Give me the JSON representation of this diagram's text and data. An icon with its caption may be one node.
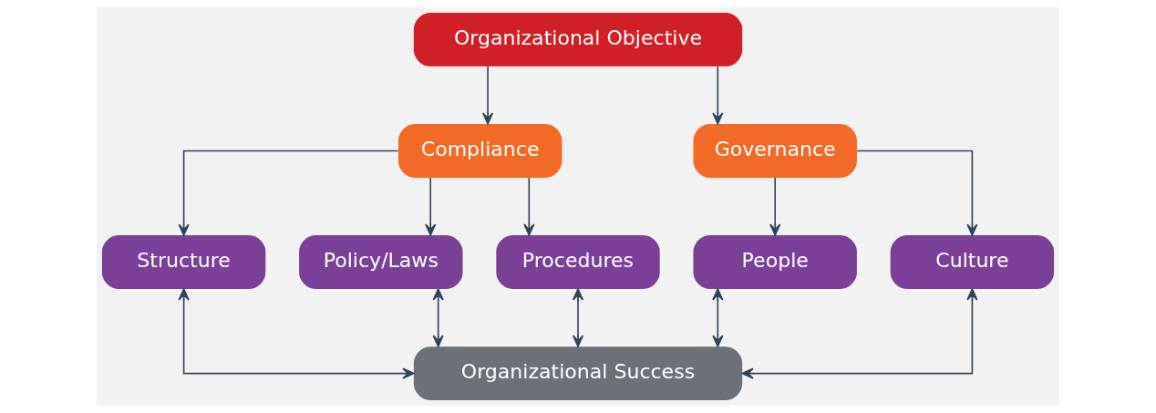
{
  "diagram": {
    "nodes": [
      {
        "text": [
          "Organizational Objective"
        ]
      },
      {
        "text": [
          "Compliance"
        ]
      },
      {
        "text": [
          "Governance"
        ]
      },
      {
        "text": [
          "Structure"
        ]
      },
      {
        "text": [
          "Policy/Laws"
        ]
      },
      {
        "text": [
          "Procedures"
        ]
      },
      {
        "text": [
          "People"
        ]
      },
      {
        "text": [
          "Culture"
        ]
      },
      {
        "text": [
          "Organizational Success"
        ]
      }
    ],
    "edges": [
      {
        "from": 0,
        "to": 1,
        "arrow": "to"
      },
      {
        "from": 0,
        "to": 2,
        "arrow": "to"
      },
      {
        "from": 1,
        "to": 3,
        "arrow": "to"
      },
      {
        "from": 1,
        "to": 4,
        "arrow": "to"
      },
      {
        "from": 1,
        "to": 5,
        "arrow": "to"
      },
      {
        "from": 2,
        "to": 6,
        "arrow": "to"
      },
      {
        "from": 2,
        "to": 7,
        "arrow": "to"
      },
      {
        "from": 3,
        "to": 8,
        "arrow": "both"
      },
      {
        "from": 4,
        "to": 8,
        "arrow": "both"
      },
      {
        "from": 5,
        "to": 8,
        "arrow": "both"
      },
      {
        "from": 6,
        "to": 8,
        "arrow": "both"
      },
      {
        "from": 7,
        "to": 8,
        "arrow": "both"
      }
    ]
  }
}
